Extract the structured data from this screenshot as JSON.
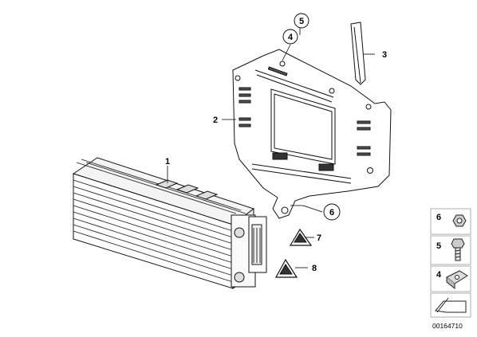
{
  "diagram": {
    "callouts": [
      {
        "id": "1",
        "label": "1"
      },
      {
        "id": "2",
        "label": "2"
      },
      {
        "id": "3",
        "label": "3"
      },
      {
        "id": "4",
        "label": "4"
      },
      {
        "id": "5",
        "label": "5"
      },
      {
        "id": "6",
        "label": "6"
      },
      {
        "id": "7",
        "label": "7"
      },
      {
        "id": "8",
        "label": "8"
      }
    ],
    "side_panel": {
      "items": [
        {
          "label": "6",
          "icon": "hex-nut-icon"
        },
        {
          "label": "5",
          "icon": "hex-bolt-icon"
        },
        {
          "label": "4",
          "icon": "clip-nut-icon"
        }
      ],
      "arrow_icon": "shape-arrow-icon"
    },
    "catalog_number": "00164710"
  }
}
